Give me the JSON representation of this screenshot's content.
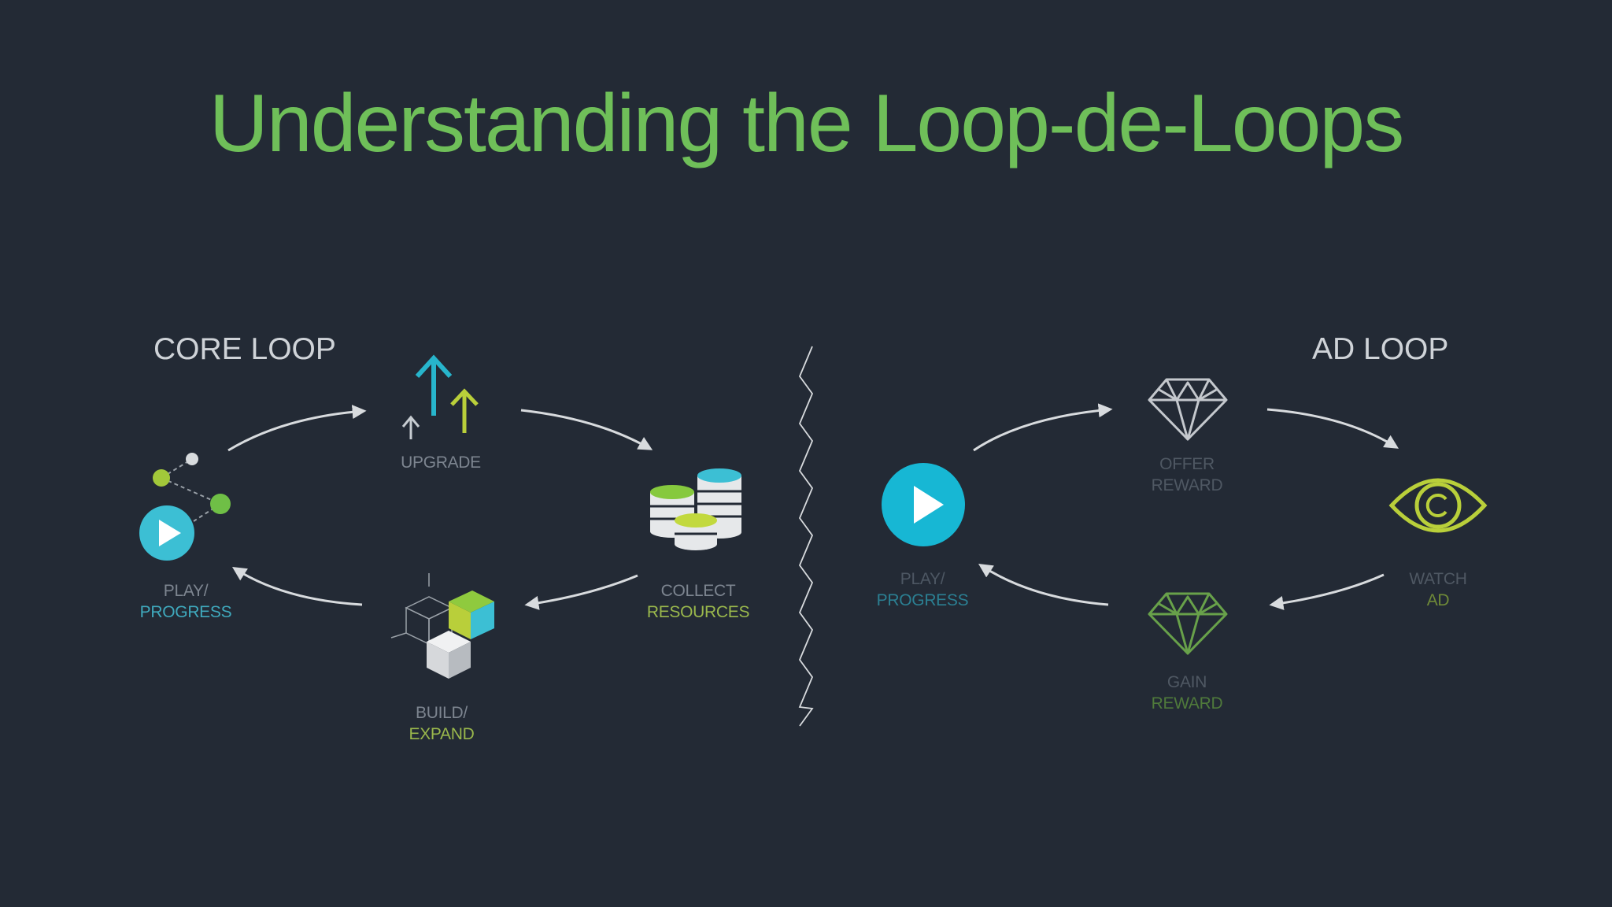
{
  "title": "Understanding the Loop-de-Loops",
  "colors": {
    "background": "#232a35",
    "title": "#6fbf59",
    "cyan": "#27b5cc",
    "lime": "#a2c83a",
    "green": "#6fbf46",
    "arrow": "#d8dbde",
    "icon_gray": "#bfc4c9",
    "label_gray": "#7d8590"
  },
  "core_loop": {
    "label": "CORE LOOP",
    "nodes": {
      "play_progress": {
        "line1": "PLAY/",
        "line2": "PROGRESS",
        "icon": "play-branch-icon"
      },
      "upgrade": {
        "line1": "UPGRADE",
        "icon": "upgrade-arrows-icon"
      },
      "collect_resources": {
        "line1": "COLLECT",
        "line2": "RESOURCES",
        "icon": "coin-stacks-icon"
      },
      "build_expand": {
        "line1": "BUILD/",
        "line2": "EXPAND",
        "icon": "cubes-icon"
      }
    }
  },
  "ad_loop": {
    "label": "AD LOOP",
    "nodes": {
      "play_progress": {
        "line1": "PLAY/",
        "line2": "PROGRESS",
        "icon": "play-icon"
      },
      "offer_reward": {
        "line1": "OFFER",
        "line2": "REWARD",
        "icon": "diamond-outline-icon"
      },
      "watch_ad": {
        "line1": "WATCH",
        "line2": "AD",
        "icon": "eye-icon"
      },
      "gain_reward": {
        "line1": "GAIN",
        "line2": "REWARD",
        "icon": "diamond-green-icon"
      }
    }
  }
}
